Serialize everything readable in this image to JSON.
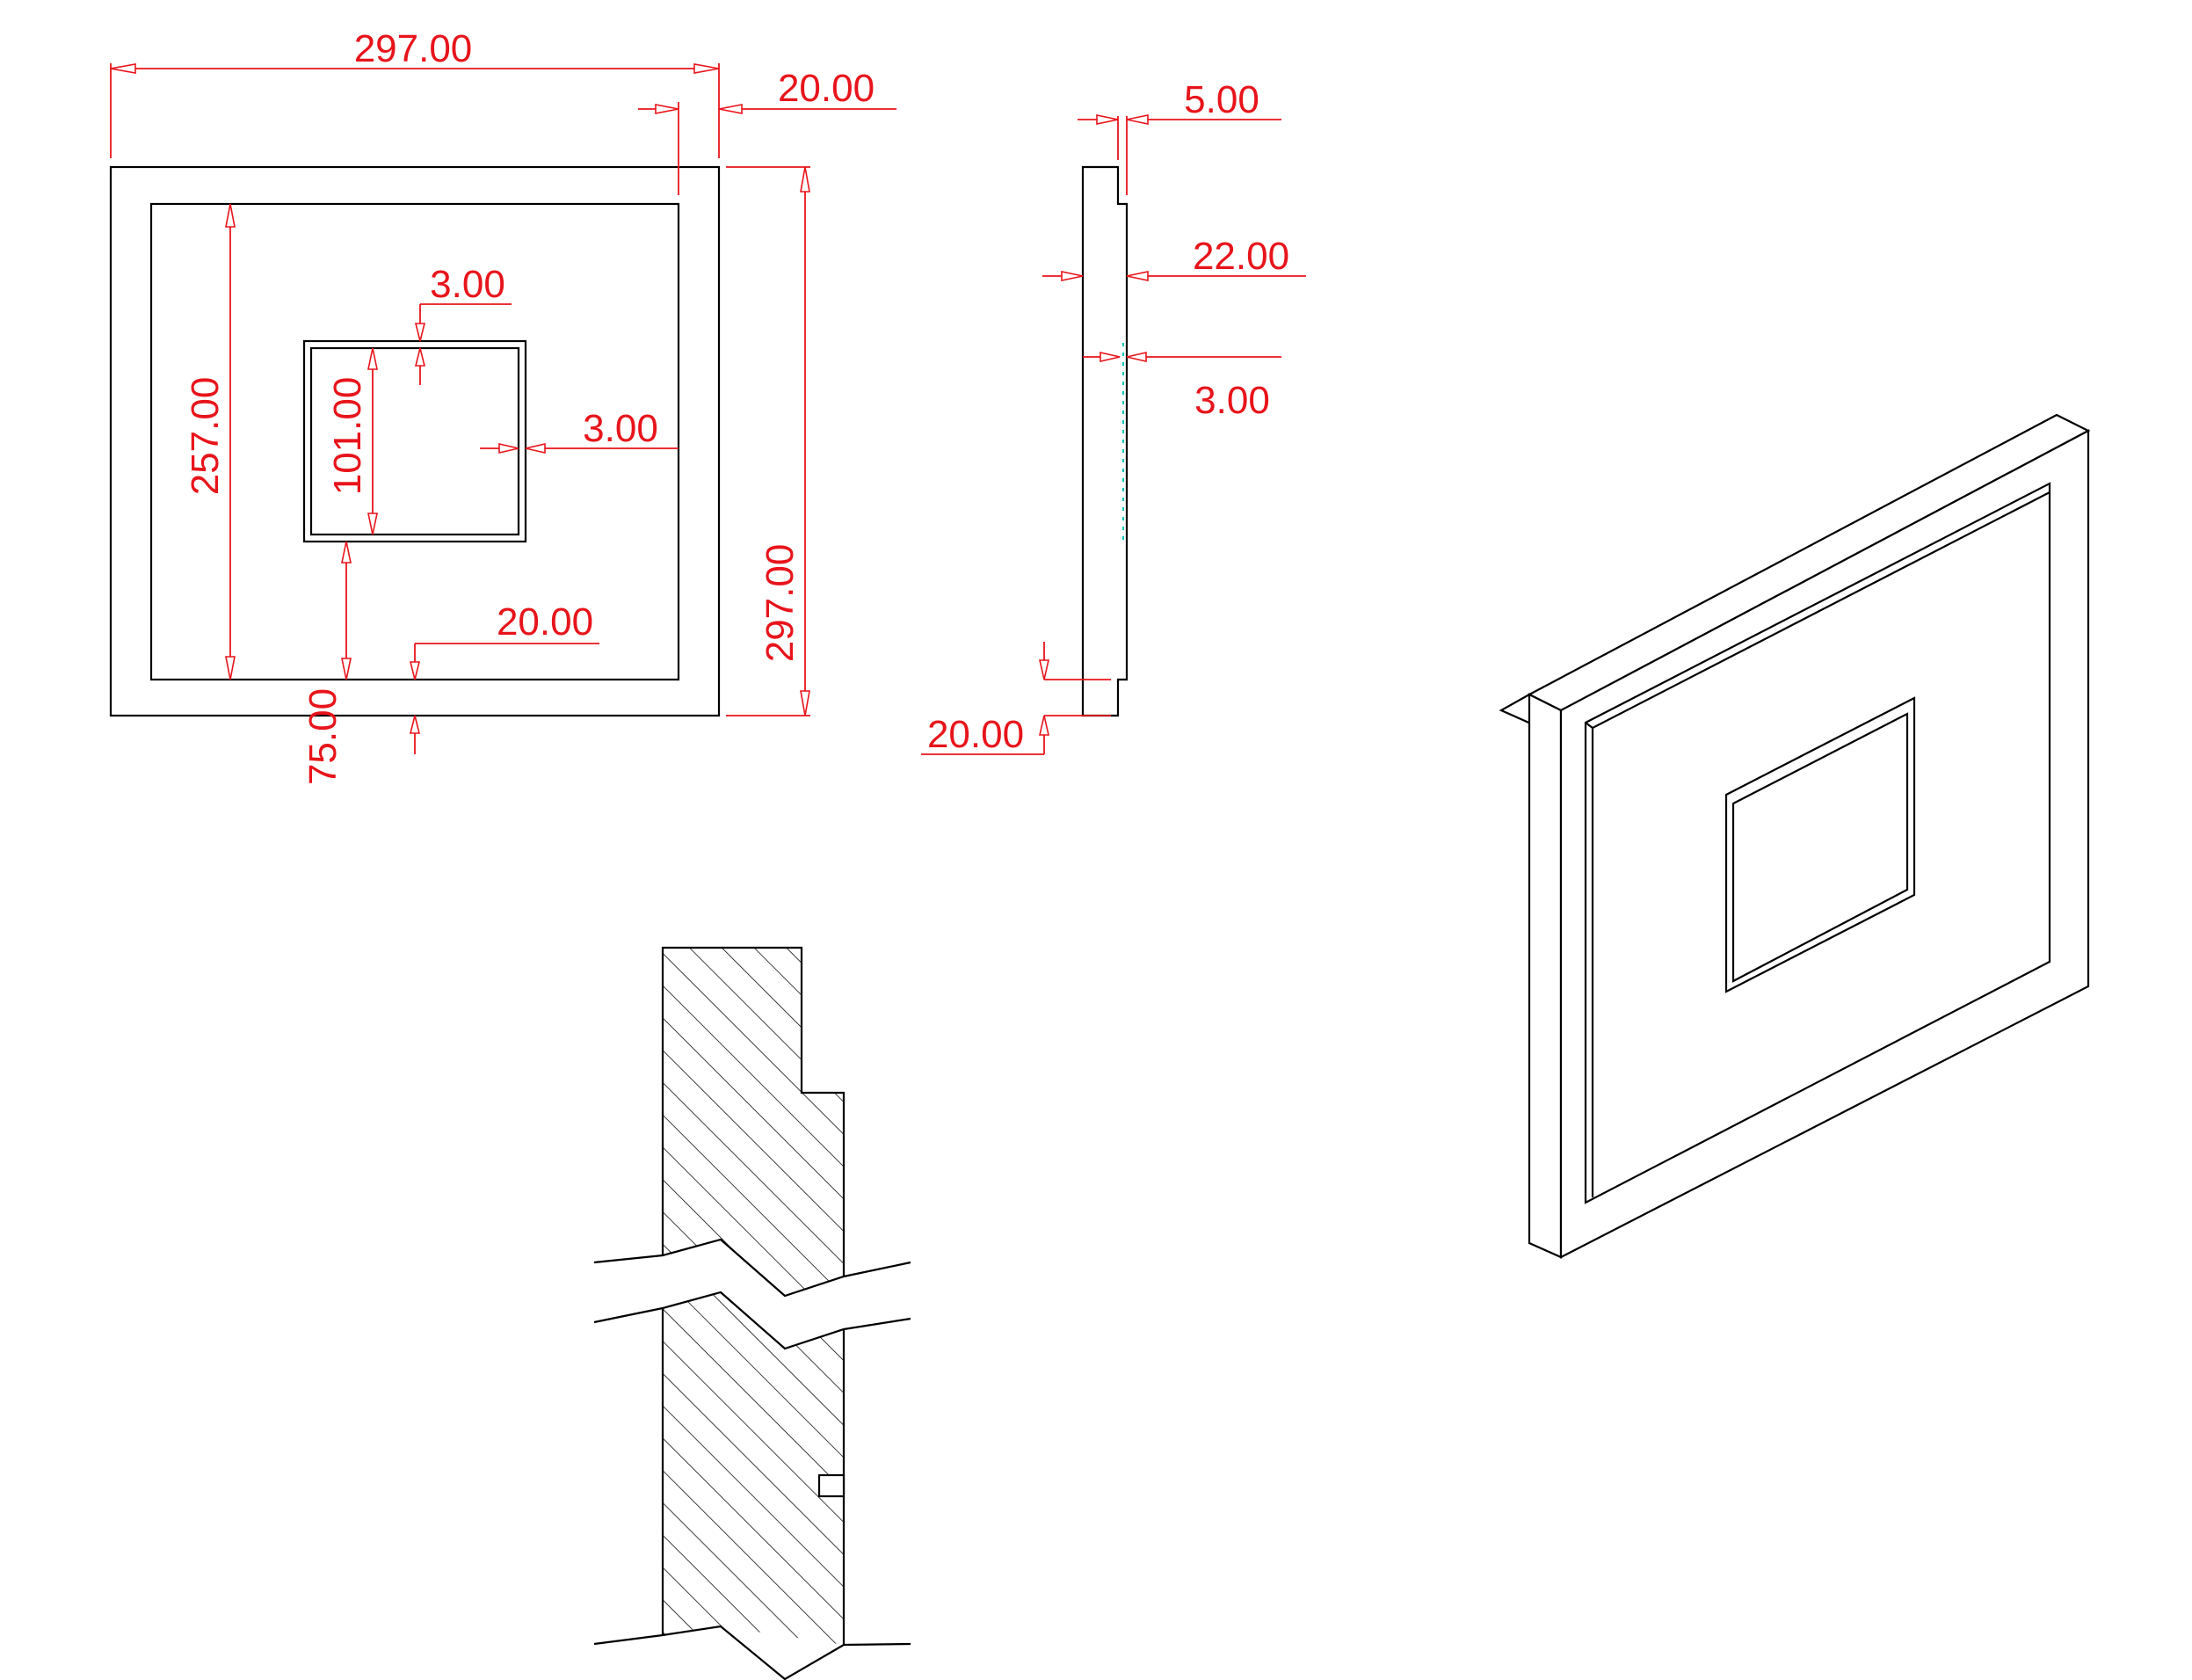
{
  "colors": {
    "dimension": "#e8141b",
    "outline": "#000000",
    "centerline": "#00c8b4",
    "background": "#ffffff"
  },
  "front_view": {
    "overall_width": "297.00",
    "frame_border_width": "20.00",
    "overall_height": "297.00",
    "inner_panel_height": "257.00",
    "opening_height": "101.00",
    "opening_lip_top": "3.00",
    "opening_lip_side": "3.00",
    "opening_bottom_offset": "20.00",
    "bottom_distance": "75.00"
  },
  "side_view": {
    "step_depth": "5.00",
    "total_thickness": "22.00",
    "inner_recess": "3.00",
    "bottom_step": "20.00"
  }
}
